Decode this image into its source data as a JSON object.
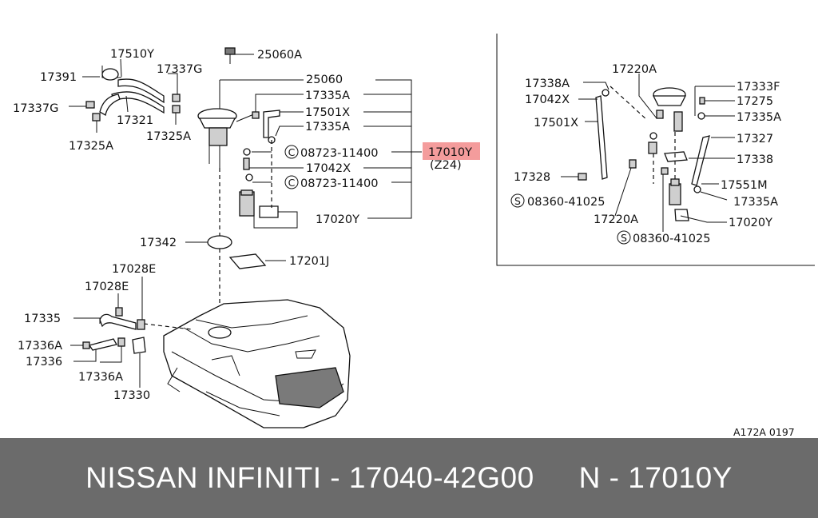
{
  "diagram": {
    "labels": {
      "p17510Y": "17510Y",
      "p25060A": "25060A",
      "p17391": "17391",
      "p17337G_a": "17337G",
      "p25060": "25060",
      "p17337G_b": "17337G",
      "p17335A_a": "17335A",
      "p17321": "17321",
      "p17501X": "17501X",
      "p17325A_a": "17325A",
      "p17325A_b": "17325A",
      "p17335A_b": "17335A",
      "p08723_a": "08723-11400",
      "p17010Y": "17010Y",
      "pZ24": "(Z24)",
      "p17042X": "17042X",
      "p08723_b": "08723-11400",
      "p17020Y": "17020Y",
      "p17342": "17342",
      "p17201J": "17201J",
      "p17028E_a": "17028E",
      "p17028E_b": "17028E",
      "p17335": "17335",
      "p17336A_a": "17336A",
      "p17336": "17336",
      "p17336A_b": "17336A",
      "p17330": "17330",
      "r17220A_a": "17220A",
      "r17338A": "17338A",
      "r17333F": "17333F",
      "r17042X": "17042X",
      "r17275": "17275",
      "r17335A_a": "17335A",
      "r17501X": "17501X",
      "r17327": "17327",
      "r17338": "17338",
      "r17328": "17328",
      "r17551M": "17551M",
      "r08360_a": "08360-41025",
      "r17335A_b": "17335A",
      "r17220A_b": "17220A",
      "r17020Y": "17020Y",
      "r08360_b": "08360-41025",
      "ref_code": "A172A 0197"
    },
    "circle_c": "C",
    "circle_s": "S",
    "highlight_color": "#f28b8b"
  },
  "footer": {
    "left_text": "NISSAN INFINITI - 17040-42G00",
    "right_text": "N - 17010Y"
  }
}
